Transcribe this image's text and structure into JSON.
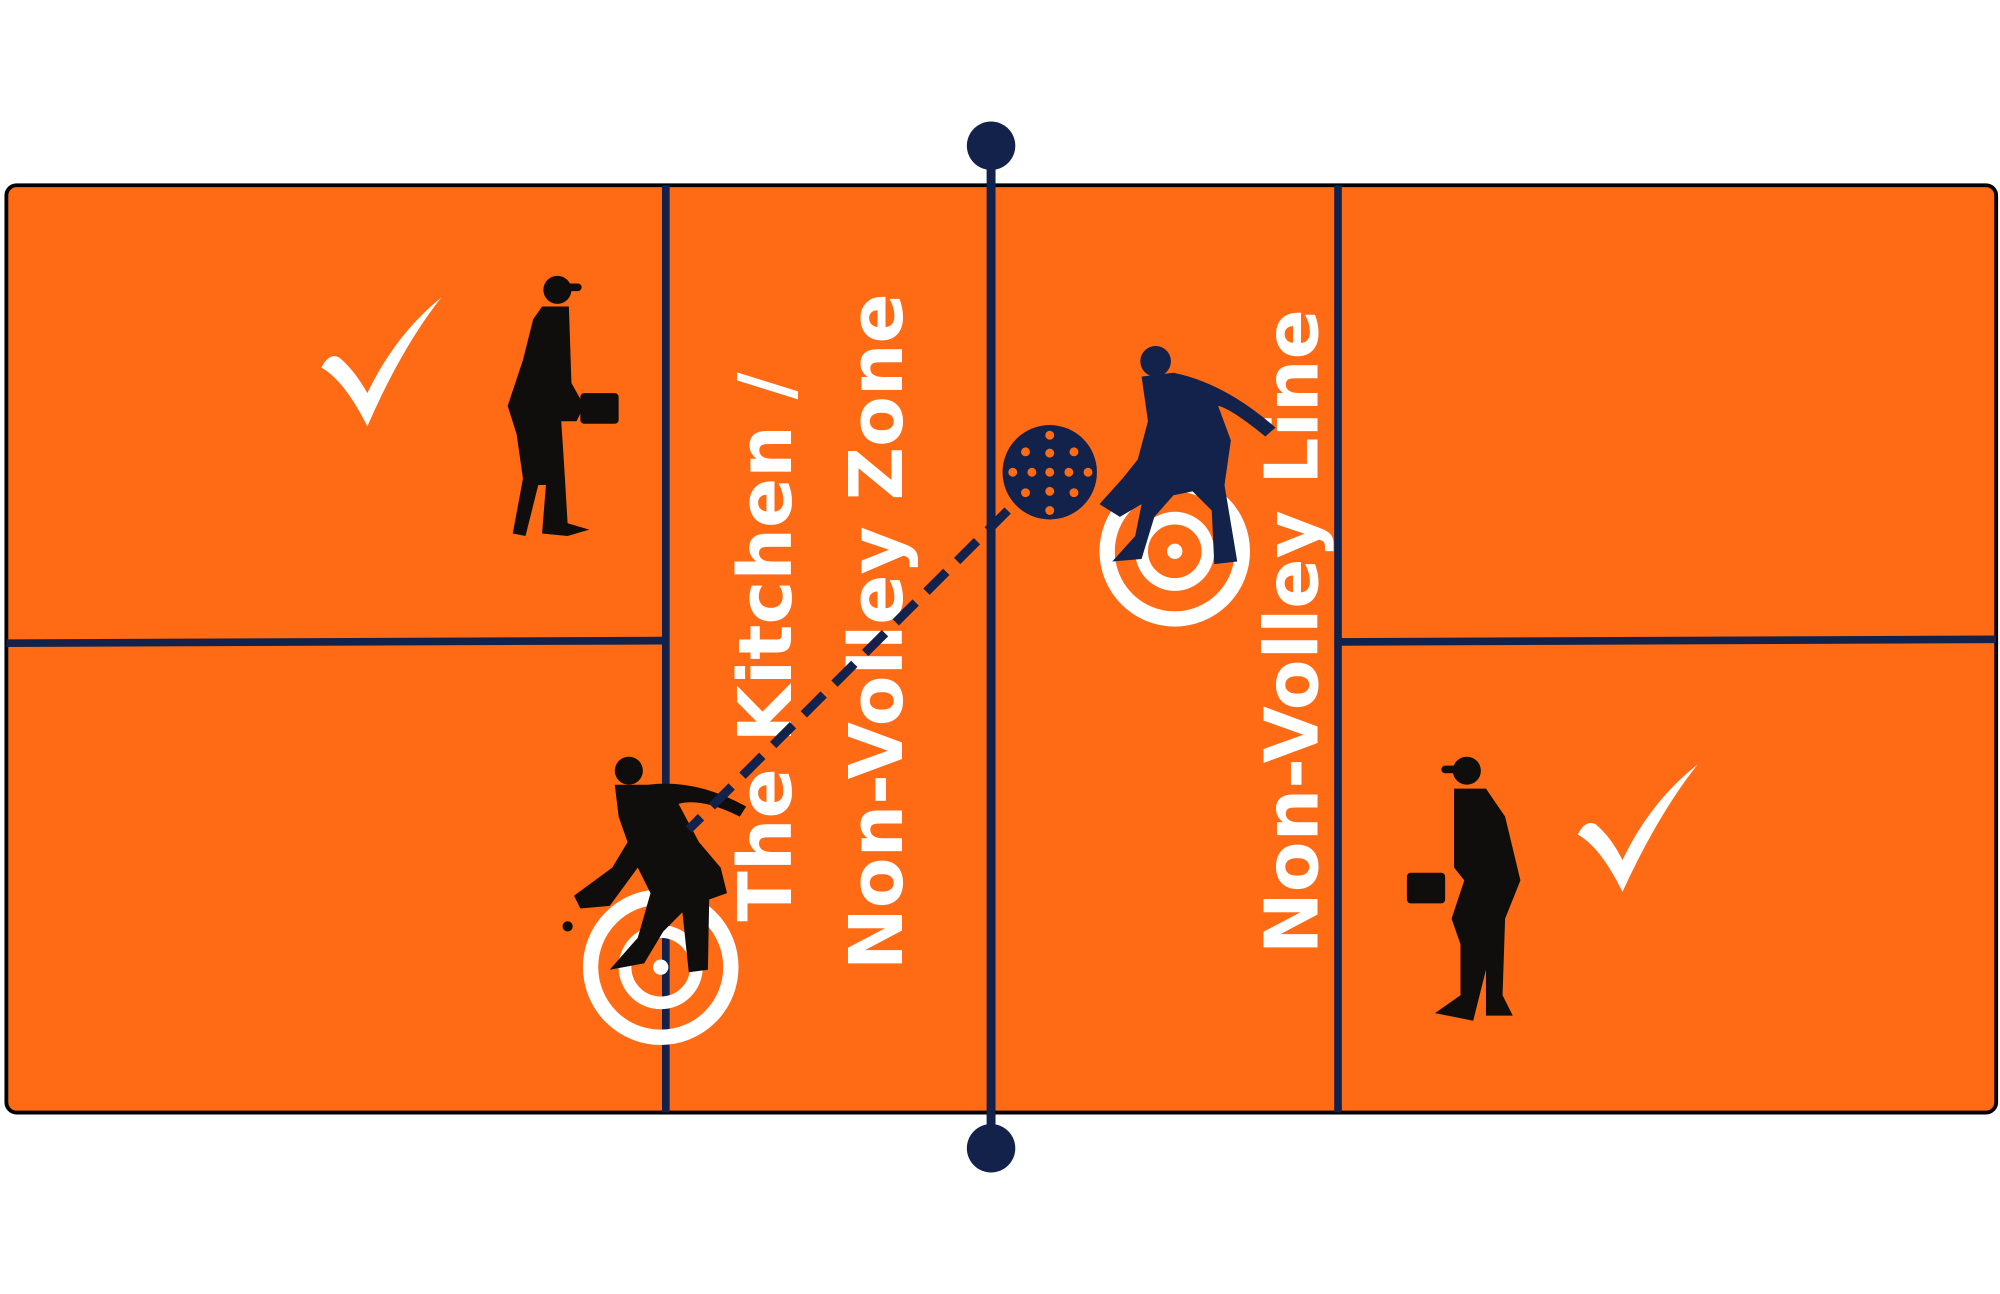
{
  "labels": {
    "kitchen": "The Kitchen /",
    "zone": "Non-Volley Zone",
    "line": "Non-Volley Line"
  },
  "colors": {
    "court": "#FF6A14",
    "lines": "#12224A",
    "player": "#100E0C",
    "marks": "#FFFFFF"
  },
  "icons": [
    "checkmark-icon",
    "player-silhouette-icon",
    "target-icon",
    "paddle-icon",
    "net-post-icon"
  ]
}
